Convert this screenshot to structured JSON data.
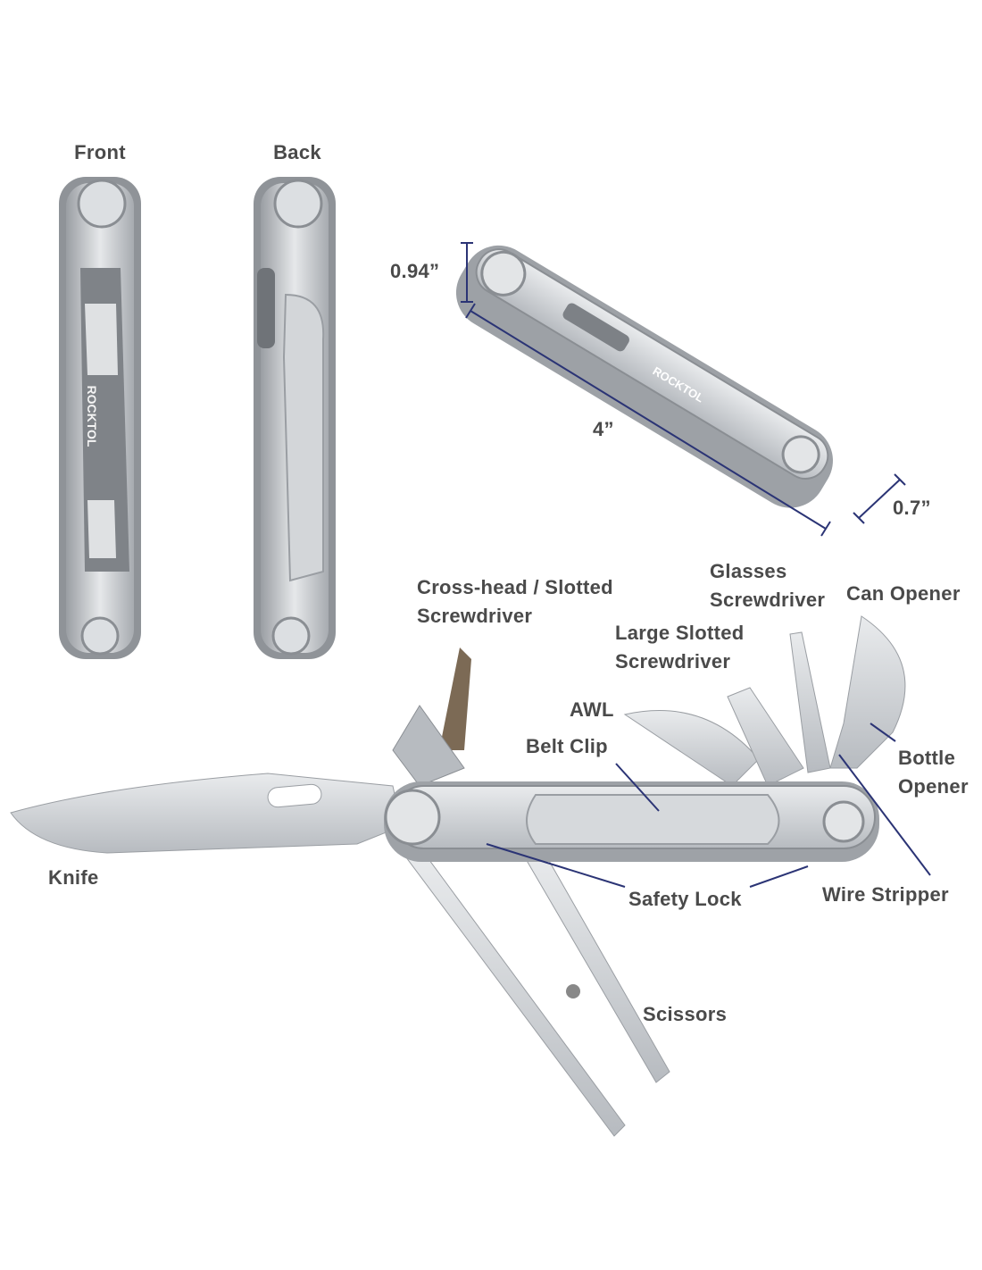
{
  "views": {
    "front": "Front",
    "back": "Back"
  },
  "brand": "ROCKTOL",
  "dimensions": {
    "height": "0.94”",
    "length": "4”",
    "width": "0.7”"
  },
  "callouts": {
    "cross_head": [
      "Cross-head / Slotted",
      "Screwdriver"
    ],
    "glasses": [
      "Glasses",
      "Screwdriver"
    ],
    "can_opener": "Can Opener",
    "large_slotted": [
      "Large Slotted",
      "Screwdriver"
    ],
    "awl": "AWL",
    "belt_clip": "Belt Clip",
    "bottle_opener": [
      "Bottle",
      "Opener"
    ],
    "knife": "Knife",
    "safety_lock": "Safety Lock",
    "wire_stripper": "Wire Stripper",
    "scissors": "Scissors"
  },
  "colors": {
    "label": "#4a4a4a",
    "leader": "#2b3475",
    "steel": "#c9cccf",
    "steel_dark": "#8e9297"
  }
}
